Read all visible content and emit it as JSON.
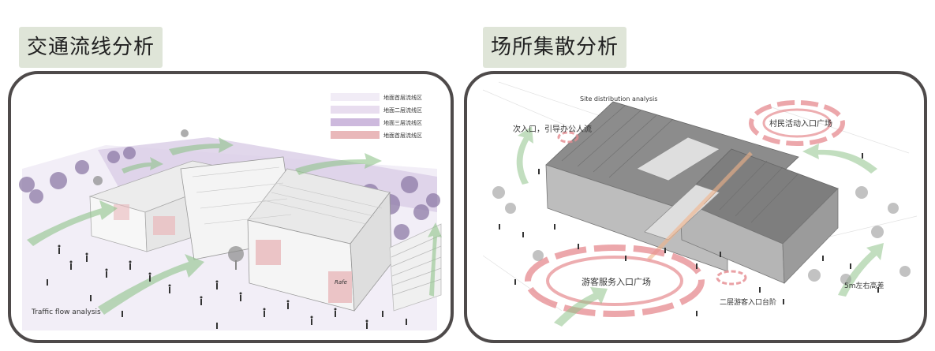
{
  "panels": [
    {
      "title": "交通流线分析",
      "caption": "Traffic flow analysis",
      "legend": [
        {
          "label": "地面首层流线区",
          "color": "#f1ecf6"
        },
        {
          "label": "地面二层流线区",
          "color": "#e8ddef"
        },
        {
          "label": "地面三层流线区",
          "color": "#cdb9dd"
        },
        {
          "label": "地面首层流线区",
          "color": "#e9b8ba"
        }
      ],
      "sign": "Rafe"
    },
    {
      "title": "场所集散分析",
      "subtitle": "Site distribution analysis",
      "labels": {
        "secondary_entry": "次入口，引导办公人流",
        "village_plaza": "村民活动入口广场",
        "visitor_plaza": "游客服务入口广场",
        "second_floor_steps": "二层游客入口台阶",
        "height_diff": "5m左右高差"
      }
    }
  ],
  "colors": {
    "title_bg": "#dfe5d8",
    "frame_border": "#4e4a4a",
    "ground_lavender": "#e9e3f2",
    "tree_purple": "#8d7aa6",
    "flow_green": "#8fc38a",
    "ring_red": "#e58a8f"
  }
}
